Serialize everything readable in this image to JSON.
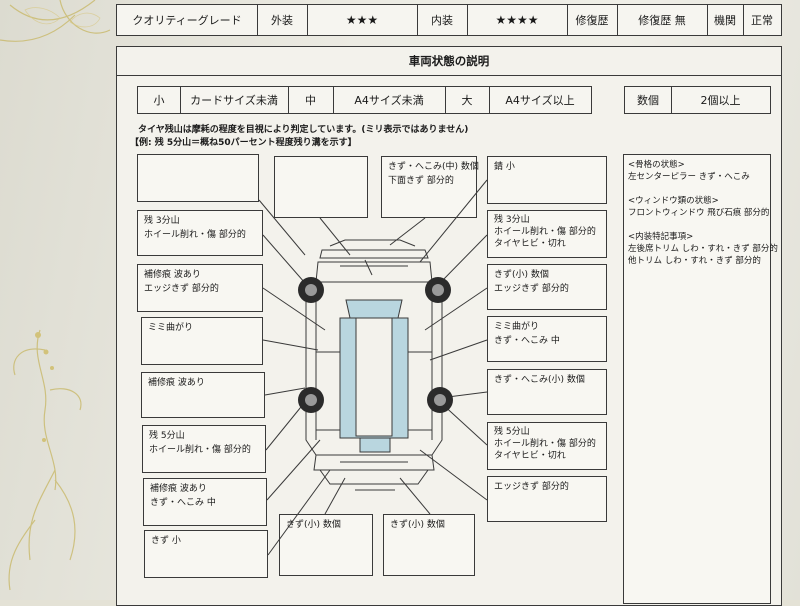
{
  "grade_row": {
    "quality_label": "クオリティーグレード",
    "exterior_label": "外装",
    "exterior_stars": "★★★",
    "interior_label": "内装",
    "interior_stars": "★★★★",
    "repair_label": "修復歴",
    "repair_value": "修復歴 無",
    "engine_label": "機関",
    "engine_value": "正常"
  },
  "panel_title": "車両状態の説明",
  "size_legend": {
    "small": "小",
    "small_desc": "カードサイズ未満",
    "medium": "中",
    "medium_desc": "A4サイズ未満",
    "large": "大",
    "large_desc": "A4サイズ以上",
    "count_label": "数個",
    "count_desc": "2個以上"
  },
  "tire_note": "タイヤ残山は摩耗の程度を目視により判定しています。(ミリ表示ではありません)",
  "tire_example": "【例: 残 5分山＝概ね50パーセント程度残り溝を示す】",
  "left_boxes": [
    {
      "lines": []
    },
    {
      "lines": [
        "残 3分山",
        "ホイール削れ・傷 部分的"
      ]
    },
    {
      "lines": [
        "補修痕 波あり",
        "エッジきず 部分的"
      ]
    },
    {
      "lines": [
        "ミミ曲がり"
      ]
    },
    {
      "lines": [
        "補修痕 波あり"
      ]
    },
    {
      "lines": [
        "残 5分山",
        "ホイール削れ・傷 部分的"
      ]
    },
    {
      "lines": [
        "補修痕 波あり",
        "きず・へこみ 中"
      ]
    },
    {
      "lines": [
        "きず 小"
      ]
    }
  ],
  "top_boxes": [
    {
      "lines": []
    },
    {
      "lines": [
        "きず・へこみ(中) 数個",
        "下面きず 部分的"
      ]
    }
  ],
  "bottom_boxes": [
    {
      "lines": [
        "きず(小) 数個"
      ]
    },
    {
      "lines": [
        "きず(小) 数個"
      ]
    }
  ],
  "right_boxes": [
    {
      "lines": [
        "錆 小"
      ]
    },
    {
      "lines": [
        "残 3分山",
        "ホイール削れ・傷 部分的",
        "タイヤヒビ・切れ"
      ]
    },
    {
      "lines": [
        "きず(小) 数個",
        "エッジきず 部分的"
      ]
    },
    {
      "lines": [
        "ミミ曲がり",
        "きず・へこみ 中"
      ]
    },
    {
      "lines": [
        "きず・へこみ(小) 数個"
      ]
    },
    {
      "lines": [
        "残 5分山",
        "ホイール削れ・傷 部分的",
        "タイヤヒビ・切れ"
      ]
    },
    {
      "lines": [
        "エッジきず 部分的"
      ]
    }
  ],
  "condition_notes": {
    "frame_title": "<骨格の状態>",
    "frame_value": "左センターピラー きず・へこみ",
    "window_title": "<ウィンドウ類の状態>",
    "window_value": "フロントウィンドウ 飛び石痕 部分的",
    "interior_title": "<内装特記事項>",
    "interior_value_1": "左後席トリム しわ・すれ・きず 部分的",
    "interior_value_2": "他トリム しわ・すれ・きず 部分的"
  },
  "colors": {
    "line": "#3a3a3a",
    "glass": "#b9d6df",
    "tire": "#2b2b2b",
    "paper": "#f3f2ec"
  }
}
